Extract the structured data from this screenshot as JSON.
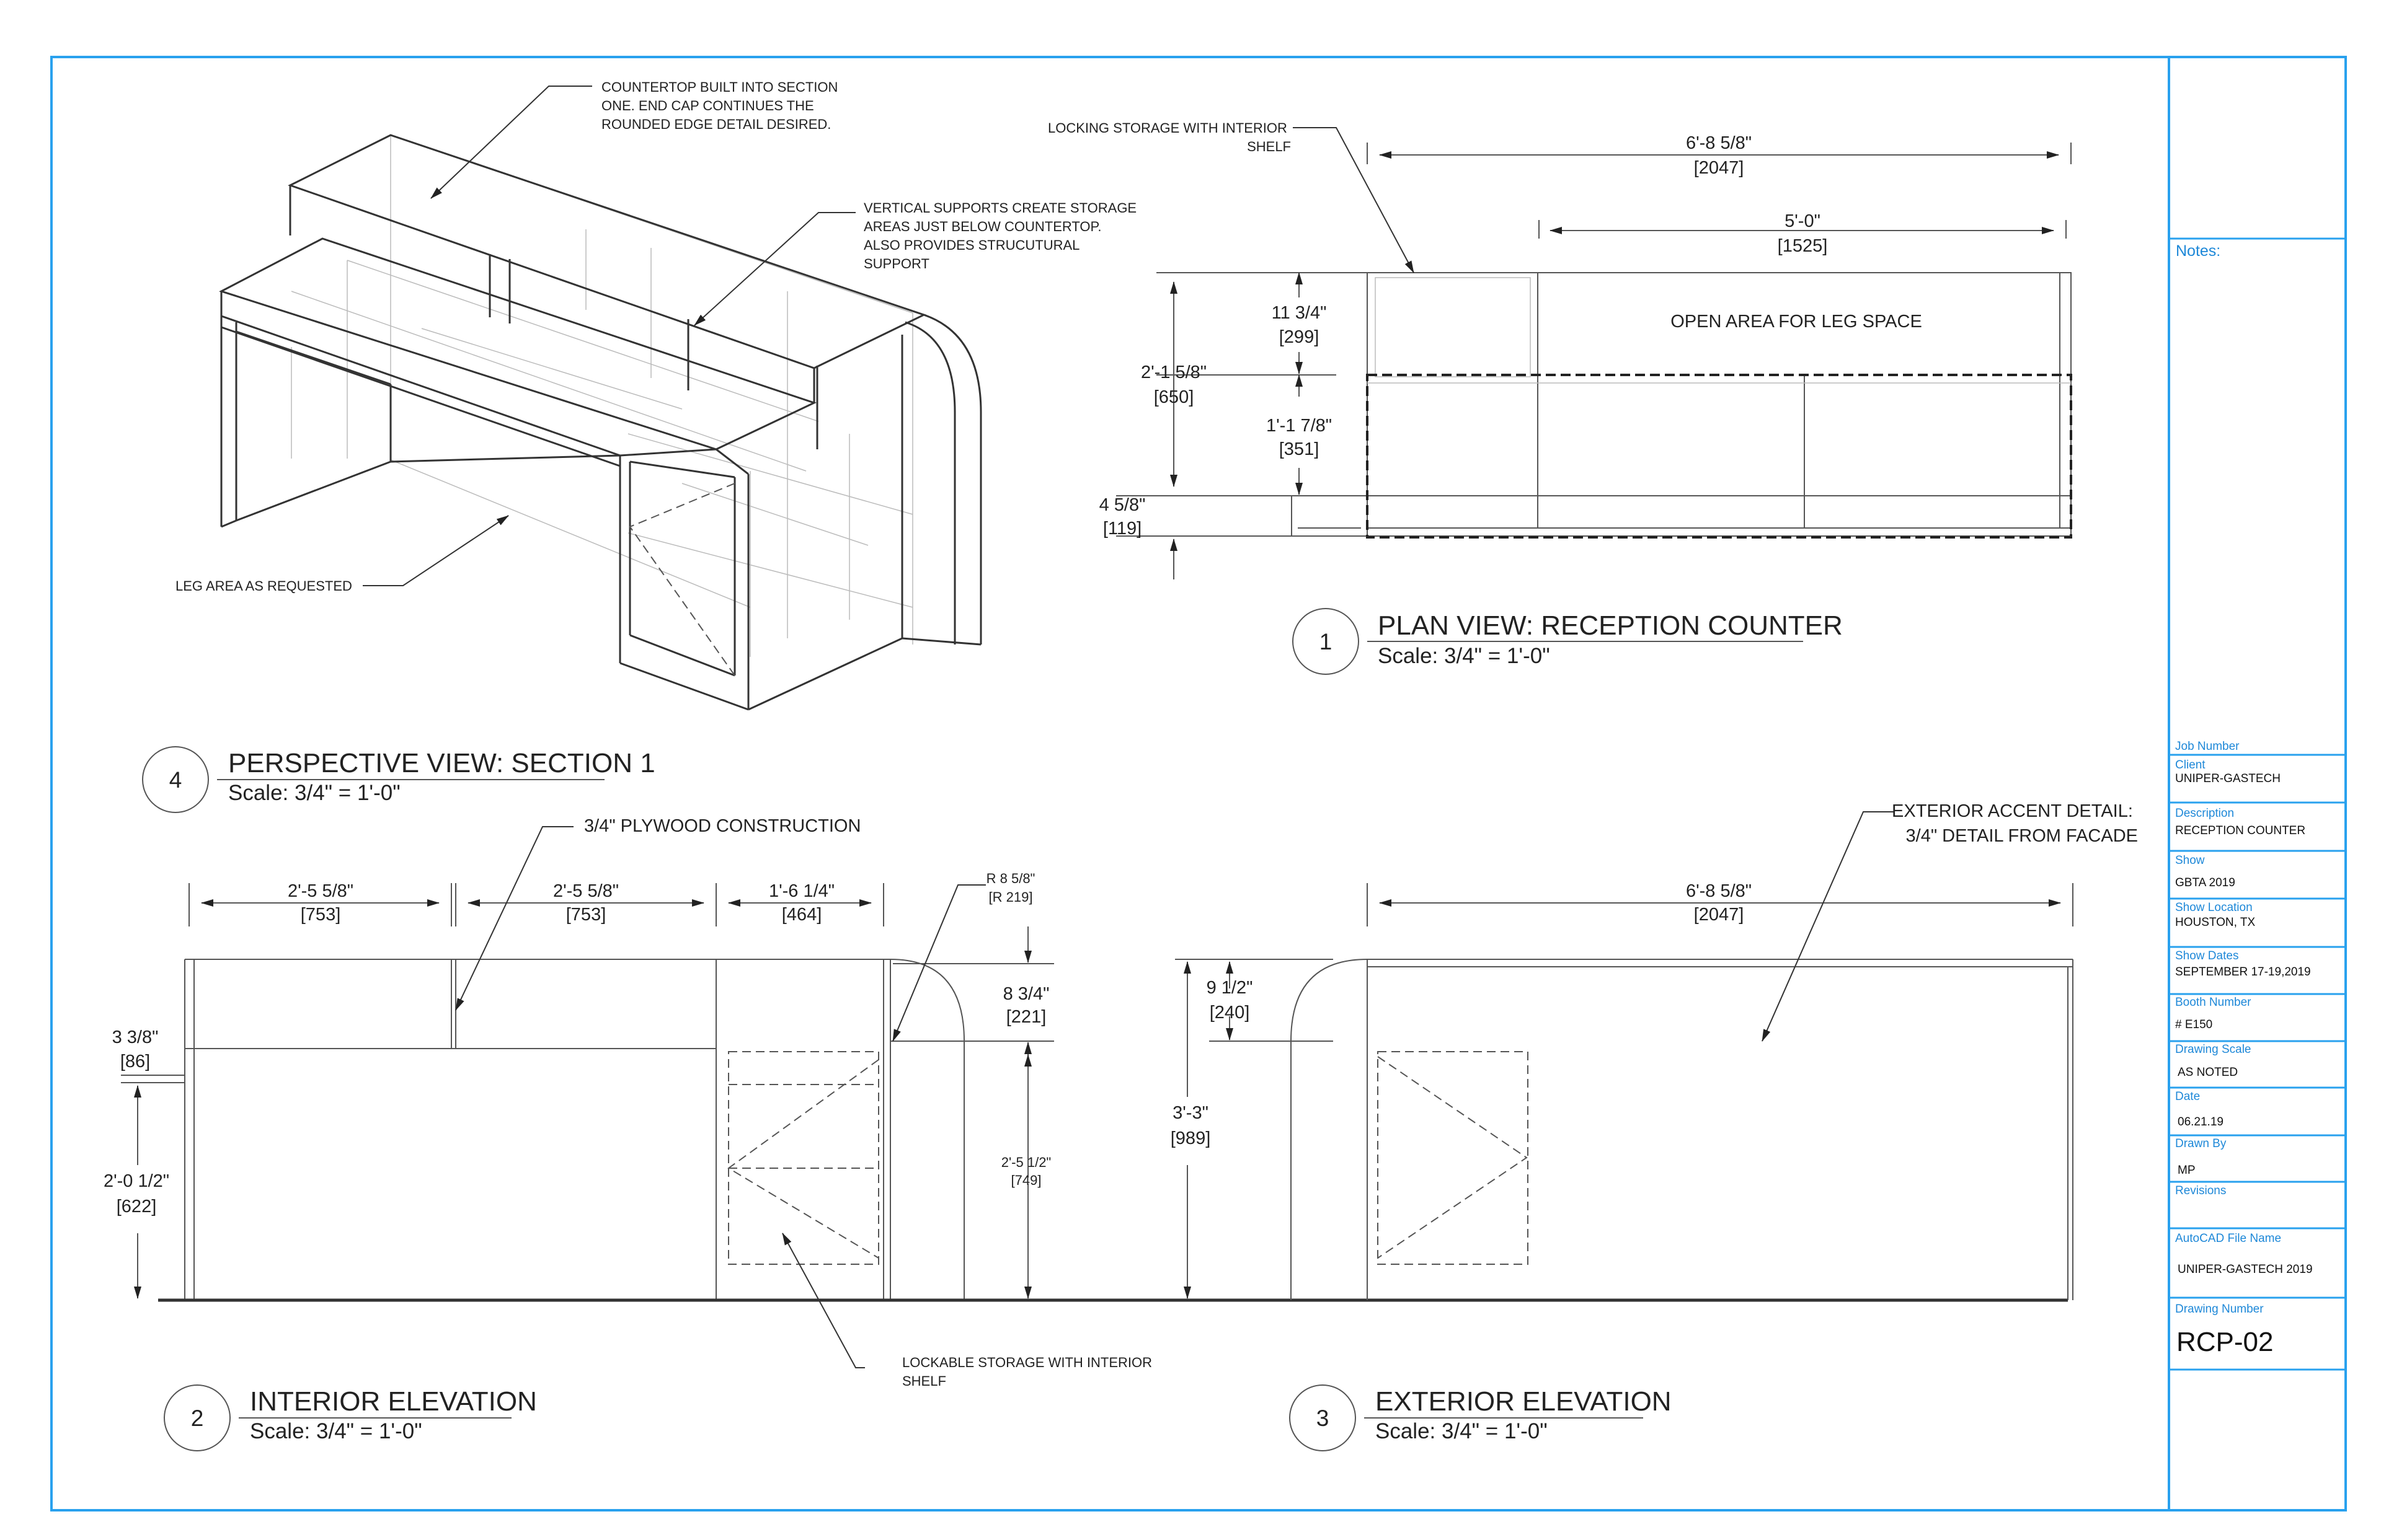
{
  "notes_label": "Notes:",
  "perspective": {
    "notes": {
      "countertop": [
        "COUNTERTOP BUILT INTO SECTION",
        "ONE. END CAP CONTINUES THE",
        "ROUNDED EDGE DETAIL DESIRED."
      ],
      "supports": [
        "VERTICAL SUPPORTS CREATE STORAGE",
        "AREAS JUST BELOW COUNTERTOP.",
        "ALSO PROVIDES STRUCUTURAL",
        "SUPPORT"
      ],
      "leg": "LEG AREA AS REQUESTED"
    }
  },
  "plan": {
    "notes": {
      "storage": [
        "LOCKING STORAGE WITH INTERIOR",
        "SHELF"
      ],
      "open_area": "OPEN AREA FOR LEG SPACE"
    },
    "dims": {
      "overall": {
        "ft": "6'-8 5/8\"",
        "mm": "[2047]"
      },
      "open": {
        "ft": "5'-0\"",
        "mm": "[1525]"
      },
      "depth": {
        "ft": "2'-1 5/8\"",
        "mm": "[650]"
      },
      "top": {
        "ft": "11 3/4\"",
        "mm": "[299]"
      },
      "mid": {
        "ft": "1'-1 7/8\"",
        "mm": "[351]"
      },
      "low": {
        "ft": "4 5/8\"",
        "mm": "[119]"
      }
    }
  },
  "interior": {
    "notes": {
      "plywood": "3/4\" PLYWOOD CONSTRUCTION",
      "lockable": [
        "LOCKABLE STORAGE WITH  INTERIOR",
        "SHELF"
      ]
    },
    "dims": {
      "w1": {
        "ft": "2'-5 5/8\"",
        "mm": "[753]"
      },
      "w2": {
        "ft": "2'-5 5/8\"",
        "mm": "[753]"
      },
      "w3": {
        "ft": "1'-6 1/4\"",
        "mm": "[464]"
      },
      "radius": {
        "ft": "R 8 5/8\"",
        "mm": "[R 219]"
      },
      "r_h": {
        "ft": "8 3/4\"",
        "mm": "[221]"
      },
      "top_h": {
        "ft": "3 3/8\"",
        "mm": "[86]"
      },
      "low_h": {
        "ft": "2'-0 1/2\"",
        "mm": "[622]"
      },
      "store_h": {
        "ft": "2'-5 1/2\"",
        "mm": "[749]"
      }
    }
  },
  "exterior": {
    "notes": {
      "accent": [
        "EXTERIOR ACCENT DETAIL:",
        "3/4\" DETAIL FROM FACADE"
      ]
    },
    "dims": {
      "overall": {
        "ft": "6'-8 5/8\"",
        "mm": "[2047]"
      },
      "top": {
        "ft": "9 1/2\"",
        "mm": "[240]"
      },
      "height": {
        "ft": "3'-3\"",
        "mm": "[989]"
      }
    }
  },
  "views": [
    {
      "num": "1",
      "title": "PLAN VIEW: RECEPTION COUNTER",
      "scale": "Scale: 3/4\" = 1'-0\""
    },
    {
      "num": "2",
      "title": "INTERIOR ELEVATION",
      "scale": "Scale: 3/4\" = 1'-0\""
    },
    {
      "num": "3",
      "title": "EXTERIOR ELEVATION",
      "scale": "Scale: 3/4\" = 1'-0\""
    },
    {
      "num": "4",
      "title": "PERSPECTIVE VIEW: SECTION 1",
      "scale": "Scale: 3/4\" = 1'-0\""
    }
  ],
  "title_block": {
    "job_number": {
      "label": "Job Number",
      "value": ""
    },
    "client": {
      "label": "Client",
      "value": "UNIPER-GASTECH"
    },
    "description": {
      "label": "Description",
      "value": "RECEPTION COUNTER"
    },
    "show": {
      "label": "Show",
      "value": "GBTA 2019"
    },
    "show_location": {
      "label": "Show Location",
      "value": "HOUSTON, TX"
    },
    "show_dates": {
      "label": "Show Dates",
      "value": "SEPTEMBER 17-19,2019"
    },
    "booth_number": {
      "label": "Booth Number",
      "value": "# E150"
    },
    "drawing_scale": {
      "label": "Drawing Scale",
      "value": "AS NOTED"
    },
    "date": {
      "label": "Date",
      "value": "06.21.19"
    },
    "drawn_by": {
      "label": "Drawn By",
      "value": "MP"
    },
    "revisions": {
      "label": "Revisions",
      "value": ""
    },
    "autocad_file": {
      "label": "AutoCAD File Name",
      "value": "UNIPER-GASTECH 2019"
    },
    "drawing_number": {
      "label": "Drawing Number",
      "value": "RCP-02"
    }
  }
}
